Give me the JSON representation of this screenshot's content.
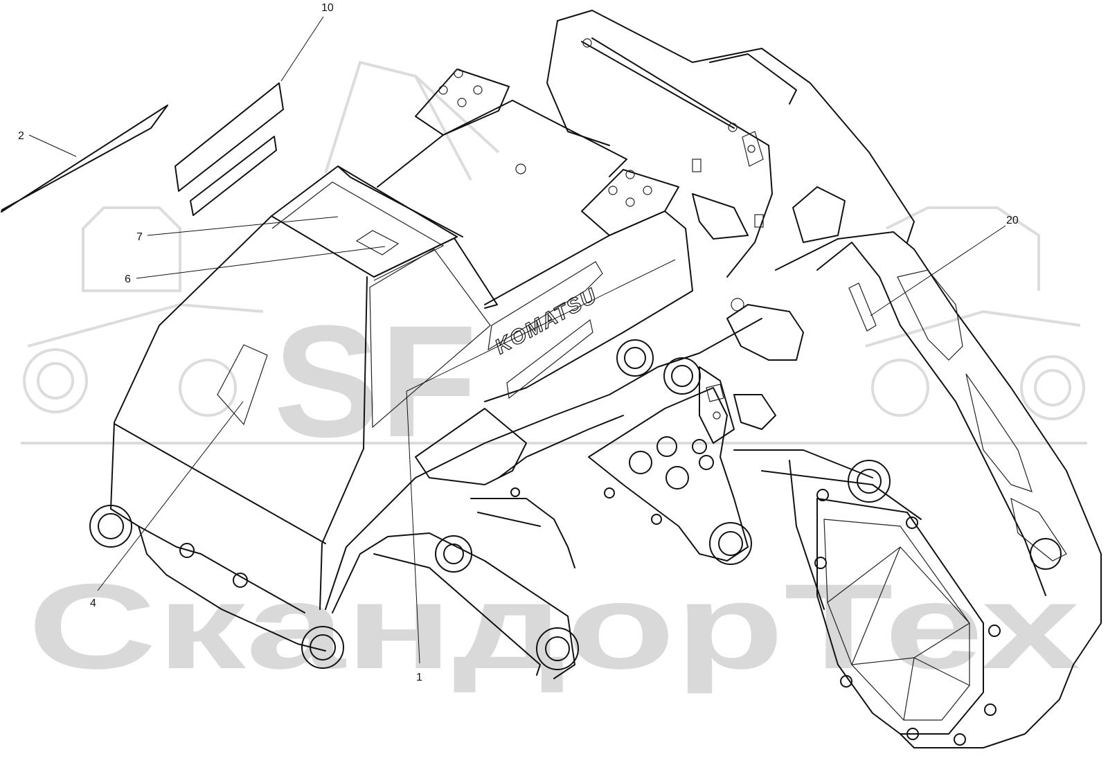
{
  "watermark": {
    "logo_text": "SF",
    "brand_text": "СкандорТех",
    "logo_icon": "excavator-tractor-watermark-icon",
    "color": "#d9d9d9"
  },
  "decal_text": "KOMATSU",
  "callouts": [
    {
      "id": "2",
      "label": "2"
    },
    {
      "id": "10",
      "label": "10"
    },
    {
      "id": "7",
      "label": "7"
    },
    {
      "id": "6",
      "label": "6"
    },
    {
      "id": "20",
      "label": "20"
    },
    {
      "id": "4",
      "label": "4"
    },
    {
      "id": "1",
      "label": "1"
    }
  ],
  "line_color": "#111111"
}
